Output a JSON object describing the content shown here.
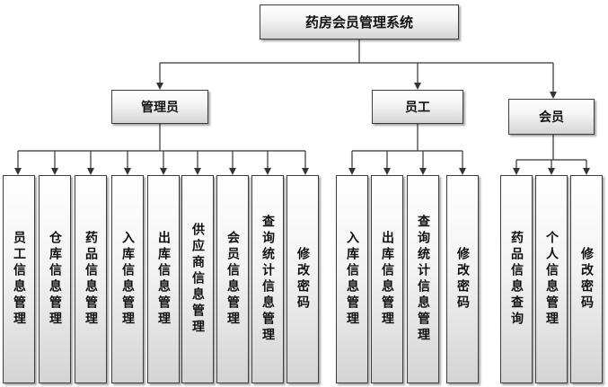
{
  "root": "药房会员管理系统",
  "groups": [
    {
      "title": "管理员",
      "items": [
        "员工信息管理",
        "仓库信息管理",
        "药品信息管理",
        "入库信息管理",
        "出库信息管理",
        "供应商信息管理",
        "会员信息管理",
        "查询统计信息管理",
        "修改密码"
      ]
    },
    {
      "title": "员工",
      "items": [
        "入库信息管理",
        "出库信息管理",
        "查询统计信息管理",
        "修改密码"
      ]
    },
    {
      "title": "会员",
      "items": [
        "药品信息查询",
        "个人信息管理",
        "修改密码"
      ]
    }
  ]
}
